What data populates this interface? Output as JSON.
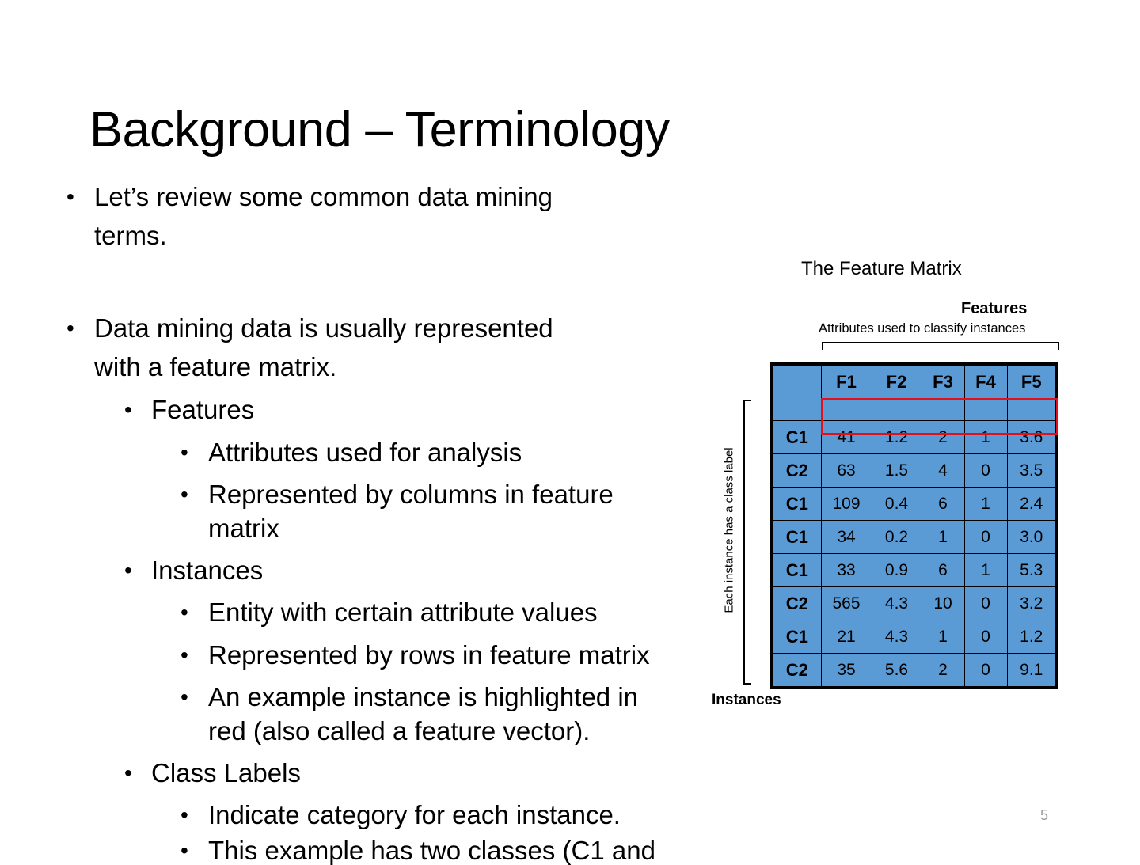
{
  "slide": {
    "title": "Background – Terminology",
    "page_number": "5",
    "bullets": [
      {
        "level": 1,
        "lines": [
          "Let’s review some common data mining",
          "terms."
        ]
      },
      {
        "level": 1,
        "lines": [
          "Data mining data is usually represented",
          "with a feature matrix."
        ]
      },
      {
        "level": 2,
        "lines": [
          "Features"
        ]
      },
      {
        "level": 3,
        "lines": [
          "Attributes used for analysis"
        ]
      },
      {
        "level": 3,
        "lines": [
          "Represented by columns in feature",
          "matrix"
        ]
      },
      {
        "level": 2,
        "lines": [
          "Instances"
        ]
      },
      {
        "level": 3,
        "lines": [
          "Entity with certain attribute values"
        ]
      },
      {
        "level": 3,
        "lines": [
          "Represented by rows in feature matrix"
        ]
      },
      {
        "level": 3,
        "lines": [
          "An example instance is highlighted in",
          "red (also called a feature vector)."
        ]
      },
      {
        "level": 2,
        "lines": [
          "Class Labels"
        ]
      },
      {
        "level": 3,
        "lines": [
          "Indicate category for each instance."
        ]
      },
      {
        "level": 3,
        "lines": [
          "This example has two classes (C1 and"
        ]
      }
    ]
  },
  "figure": {
    "title": "The Feature Matrix",
    "features_label": "Features",
    "features_sub": "Attributes used to classify instances",
    "instances_label": "Instances",
    "instances_sub": "Each instance has a class label",
    "highlight_color": "#e3101a",
    "cell_color": "#5b9bd5",
    "columns": [
      "F1",
      "F2",
      "F3",
      "F4",
      "F5"
    ],
    "rows": [
      {
        "label": "C1",
        "values": [
          "41",
          "1.2",
          "2",
          "1",
          "3.6"
        ]
      },
      {
        "label": "C2",
        "values": [
          "63",
          "1.5",
          "4",
          "0",
          "3.5"
        ]
      },
      {
        "label": "C1",
        "values": [
          "109",
          "0.4",
          "6",
          "1",
          "2.4"
        ]
      },
      {
        "label": "C1",
        "values": [
          "34",
          "0.2",
          "1",
          "0",
          "3.0"
        ]
      },
      {
        "label": "C1",
        "values": [
          "33",
          "0.9",
          "6",
          "1",
          "5.3"
        ]
      },
      {
        "label": "C2",
        "values": [
          "565",
          "4.3",
          "10",
          "0",
          "3.2"
        ]
      },
      {
        "label": "C1",
        "values": [
          "21",
          "4.3",
          "1",
          "0",
          "1.2"
        ]
      },
      {
        "label": "C2",
        "values": [
          "35",
          "5.6",
          "2",
          "0",
          "9.1"
        ]
      }
    ]
  }
}
